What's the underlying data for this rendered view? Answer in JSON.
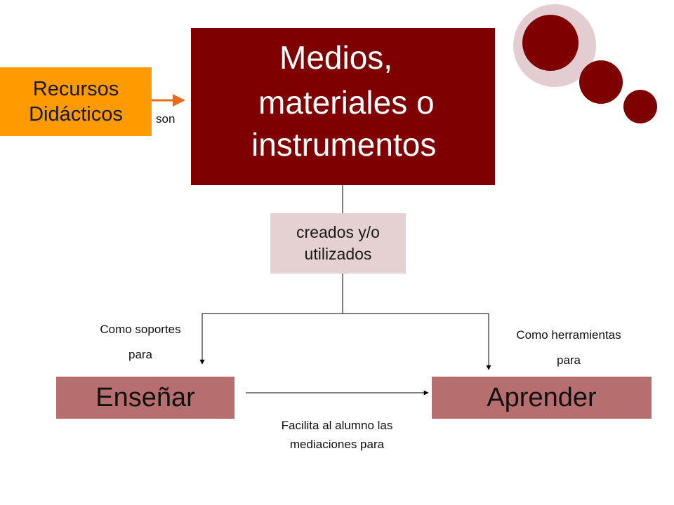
{
  "nodes": {
    "main": {
      "lines": [
        "Medios,",
        "materiales o",
        "instrumentos"
      ]
    },
    "recursos": {
      "lines": [
        "Recursos",
        "Didácticos"
      ]
    },
    "creados": {
      "lines": [
        "creados y/o",
        "utilizados"
      ]
    },
    "ensenar": {
      "label": "Enseñar"
    },
    "aprender": {
      "label": "Aprender"
    }
  },
  "edges": {
    "son": "son",
    "soportes": {
      "line1": "Como soportes",
      "line2": "para"
    },
    "herramientas": {
      "line1": "Como herramientas",
      "line2": "para"
    },
    "facilita": {
      "line1": "Facilita al alumno las",
      "line2": "mediaciones para"
    }
  },
  "colors": {
    "main_box": "#7f0000",
    "recursos_box": "#ff9a00",
    "creados_box": "#e6d1d2",
    "action_box": "#b76e6e",
    "arrow_orange": "#e8681c",
    "decor_ring": "#e3cdd0",
    "decor_dot": "#7f0000"
  }
}
